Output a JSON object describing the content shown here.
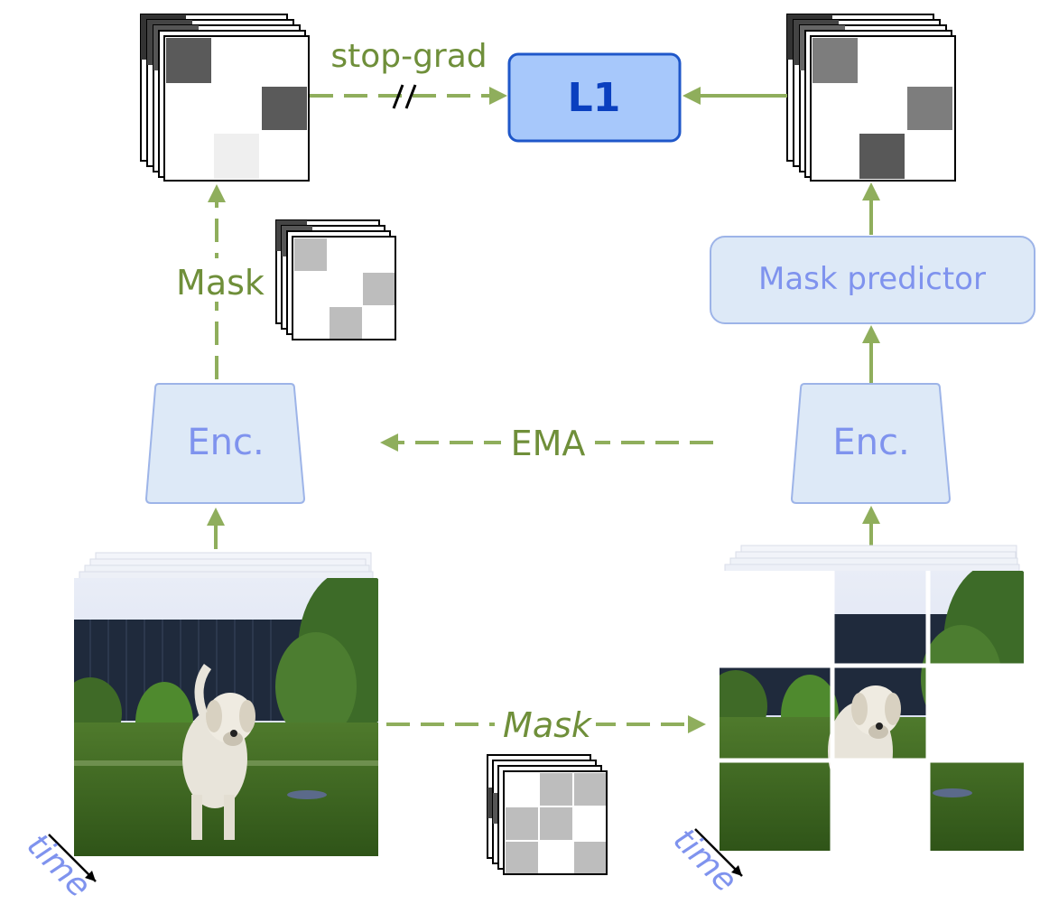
{
  "labels": {
    "stop_grad": "stop-grad",
    "loss": "L1",
    "mask_top": "Mask",
    "mask_bottom": "Mask",
    "mask_predictor": "Mask predictor",
    "enc_left": "Enc.",
    "enc_right": "Enc.",
    "ema": "EMA",
    "time_left": "time",
    "time_right": "time"
  },
  "colors": {
    "arrow": "#8fae5c",
    "box_fill": "#dde9f7",
    "box_stroke": "#9db4e8",
    "loss_fill": "#a7c8fb",
    "loss_stroke": "#1f57c9",
    "label_green": "#6f8f3a",
    "label_blue": "#7f93ee"
  },
  "icons": {
    "video_frames": "video-frame-stack",
    "mask_stack": "mask-grid-stack"
  }
}
